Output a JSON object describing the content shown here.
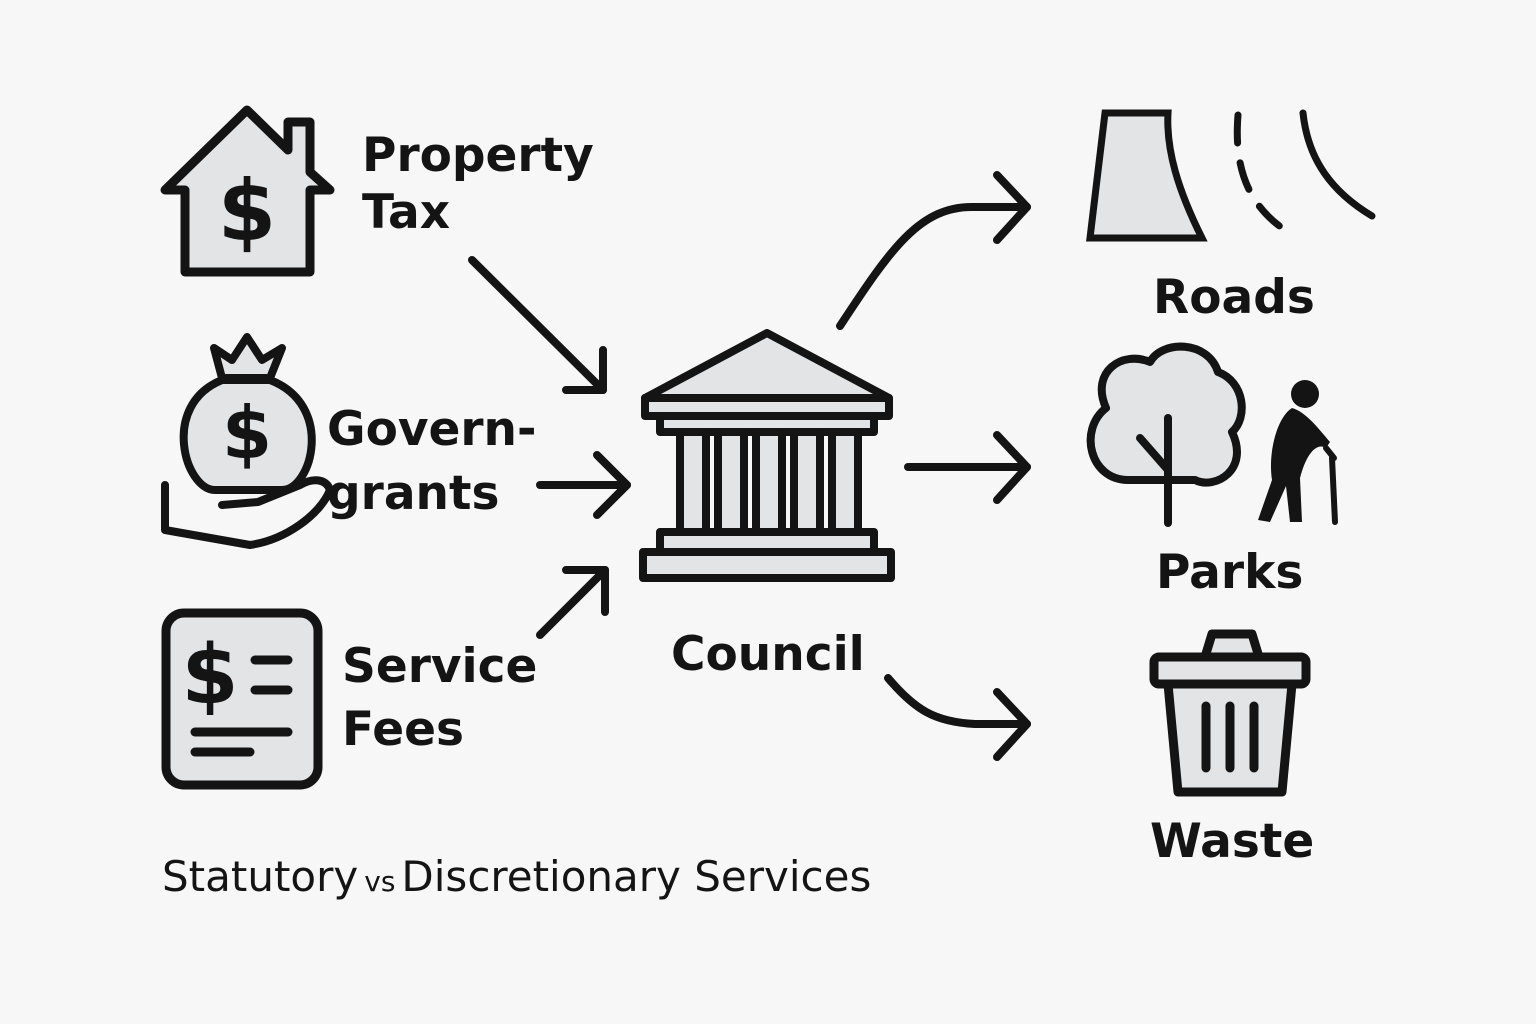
{
  "sources": {
    "property_tax": {
      "label": "Property\nTax",
      "icon": "house-dollar-icon"
    },
    "gov_grants": {
      "label": "Govern-\ngrants",
      "icon": "money-bag-hand-icon"
    },
    "service_fees": {
      "label": "Service\nFees",
      "icon": "invoice-dollar-icon"
    }
  },
  "council": {
    "label": "Council",
    "icon": "government-building-icon"
  },
  "services": {
    "roads": {
      "label": "Roads",
      "icon": "road-icon"
    },
    "parks": {
      "label": "Parks",
      "icon": "tree-and-elderly-person-icon"
    },
    "waste": {
      "label": "Waste",
      "icon": "trash-bin-icon"
    }
  },
  "footer": {
    "statutory": "Statutory",
    "vs": "vs",
    "discretionary": "Discretionary Services"
  },
  "colors": {
    "stroke": "#141414",
    "fill": "#e3e4e6",
    "background": "#f7f7f7"
  }
}
